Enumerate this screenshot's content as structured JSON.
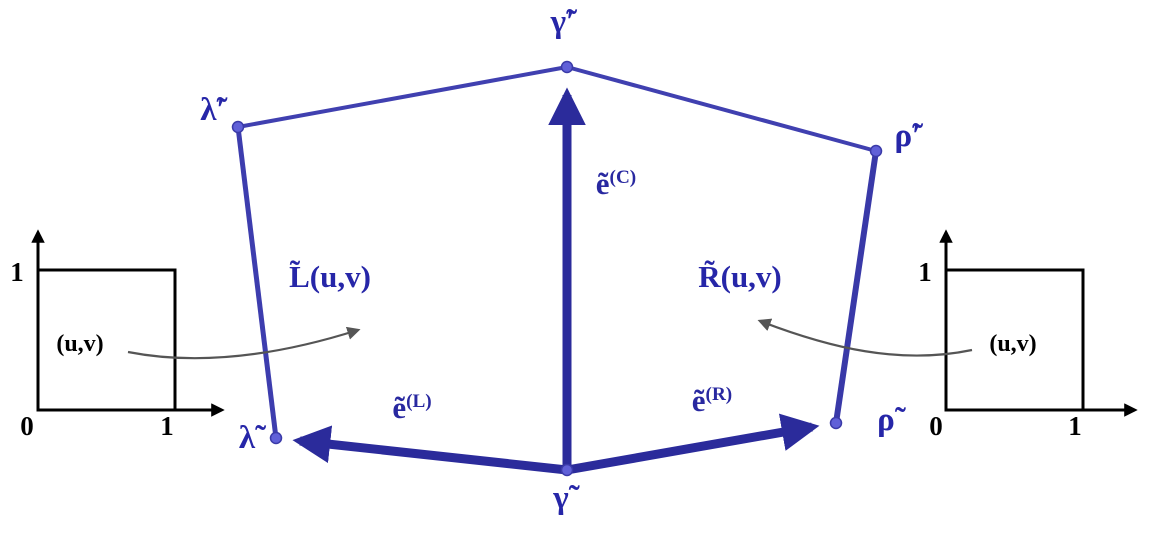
{
  "figure": {
    "description": "Pentagon patch diagram with tangent vectors and two unit-square parameter domains"
  },
  "colors": {
    "edge_blue": "#4040b0",
    "vector_navy": "#2b2b9b",
    "dot_blue": "#6060d8",
    "label_blue": "#2626a8",
    "black": "#000000",
    "gray_arrow": "#555555",
    "background": "#ffffff"
  },
  "vertices": {
    "gamma_prime": {
      "label": "γ̃′"
    },
    "lambda_prime": {
      "label": "λ̃′"
    },
    "rho_prime": {
      "label": "ρ̃′"
    },
    "lambda": {
      "label": "λ̃"
    },
    "rho": {
      "label": "ρ̃"
    },
    "gamma": {
      "label": "γ̃"
    }
  },
  "edge_labels": {
    "center": {
      "base": "ẽ",
      "sup": "(C)"
    },
    "left": {
      "base": "ẽ",
      "sup": "(L)"
    },
    "right": {
      "base": "ẽ",
      "sup": "(R)"
    }
  },
  "map_labels": {
    "left": "L̃(u,v)",
    "right": "R̃(u,v)"
  },
  "unit_square": {
    "uv": "(u,v)",
    "zero": "0",
    "one": "1"
  }
}
